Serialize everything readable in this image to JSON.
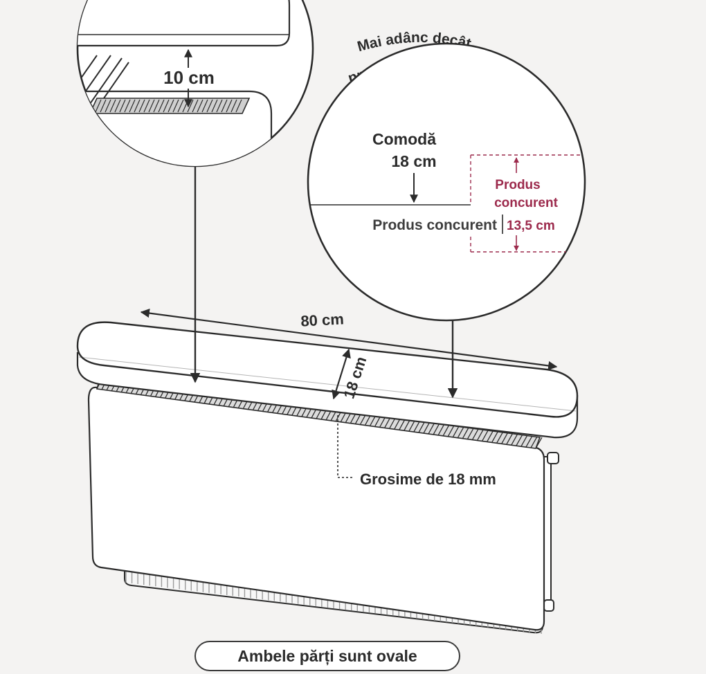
{
  "colors": {
    "background": "#f4f3f2",
    "line": "#2b2b2b",
    "accent": "#9c2a4c",
    "fill": "#ffffff"
  },
  "zoom_left": {
    "gap_label": "10 cm"
  },
  "zoom_right": {
    "arc_title_line1": "Mai adânc decât",
    "arc_title_line2": "produsele concurente",
    "dresser_label": "Comodă",
    "dresser_depth": "18 cm",
    "competitor_top_line1": "Produs",
    "competitor_top_line2": "concurent",
    "competitor_label": "Produs concurent",
    "competitor_depth": "13,5 cm"
  },
  "main": {
    "width_label": "80 cm",
    "depth_label": "18 cm",
    "thickness_label": "Grosime de 18 mm"
  },
  "caption": "Ambele părți sunt ovale"
}
